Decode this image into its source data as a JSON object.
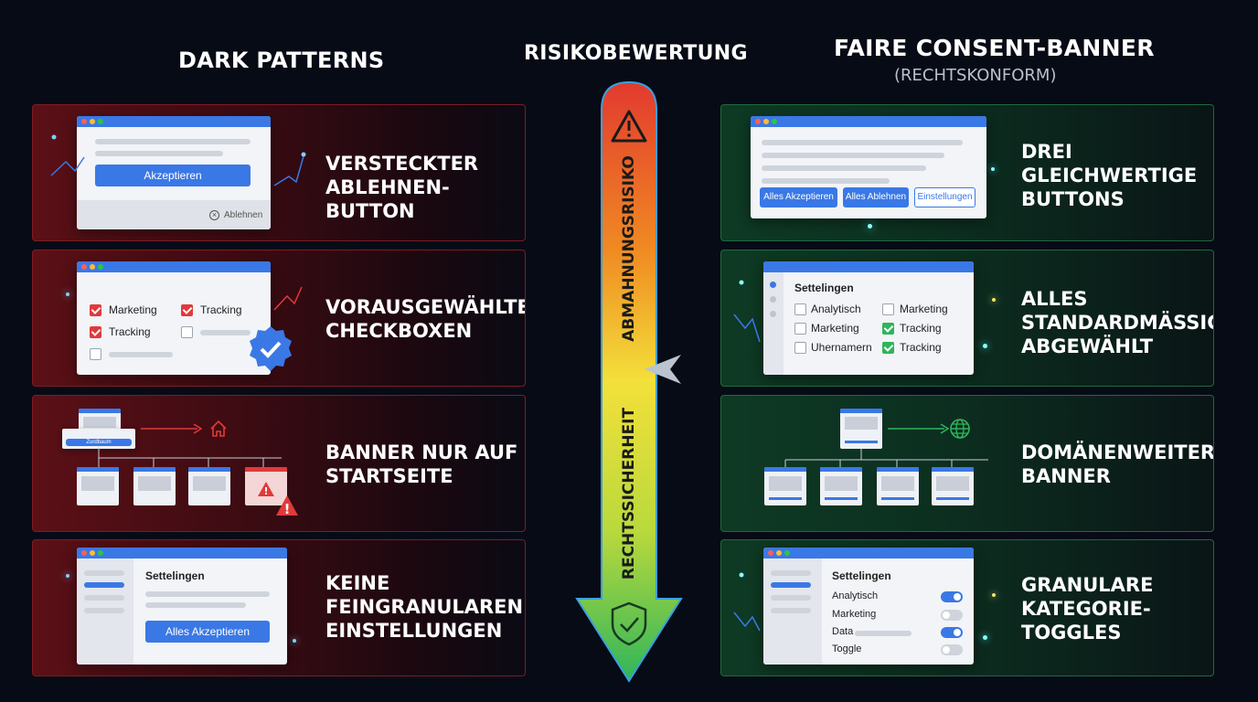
{
  "titles": {
    "left": "DARK PATTERNS",
    "center": "RISIKOBEWERTUNG",
    "right": "FAIRE CONSENT-BANNER",
    "right_sub": "(RECHTSKONFORM)"
  },
  "scale": {
    "top_label": "ABMAHNUNGSRISIKO",
    "bottom_label": "RECHTSSICHERHEIT",
    "top_icon": "warning-icon",
    "bottom_icon": "shield-check-icon"
  },
  "dark": [
    {
      "title": "VERSTECKTER\nABLEHNEN-BUTTON",
      "accept": "Akzeptieren",
      "reject": "Ablehnen"
    },
    {
      "title": "VORAUSGEWÄHLTE\nCHECKBOXEN",
      "items": [
        "Marketing",
        "Tracking",
        "Tracking"
      ]
    },
    {
      "title": "BANNER NUR AUF\nSTARTSEITE",
      "banner_label": "Zurdbaum"
    },
    {
      "title": "KEINE\nFEINGRANULAREN\nEINSTELLUNGEN",
      "settings": "Settelingen",
      "accept_all": "Alles Akzeptieren"
    }
  ],
  "fair": [
    {
      "title": "DREI\nGLEICHWERTIGE\nBUTTONS",
      "buttons": [
        "Alles Akzeptieren",
        "Alles Ablehnen",
        "Einstellungen"
      ]
    },
    {
      "title": "ALLES\nSTANDARDMÄSSIG\nABGEWÄHLT",
      "settings": "Settelingen",
      "items": [
        "Analytisch",
        "Marketing",
        "Marketing",
        "Tracking",
        "Uhernamern",
        "Tracking"
      ]
    },
    {
      "title": "DOMÄNENWEITER\nBANNER"
    },
    {
      "title": "GRANULARE\nKATEGORIE-\nTOGGLES",
      "settings": "Settelingen",
      "toggles": [
        "Analytisch",
        "Marketing",
        "Data",
        "Toggle"
      ]
    }
  ],
  "colors": {
    "danger": "#e03a3a",
    "safe": "#2fb55a",
    "accent": "#3a78e6"
  }
}
